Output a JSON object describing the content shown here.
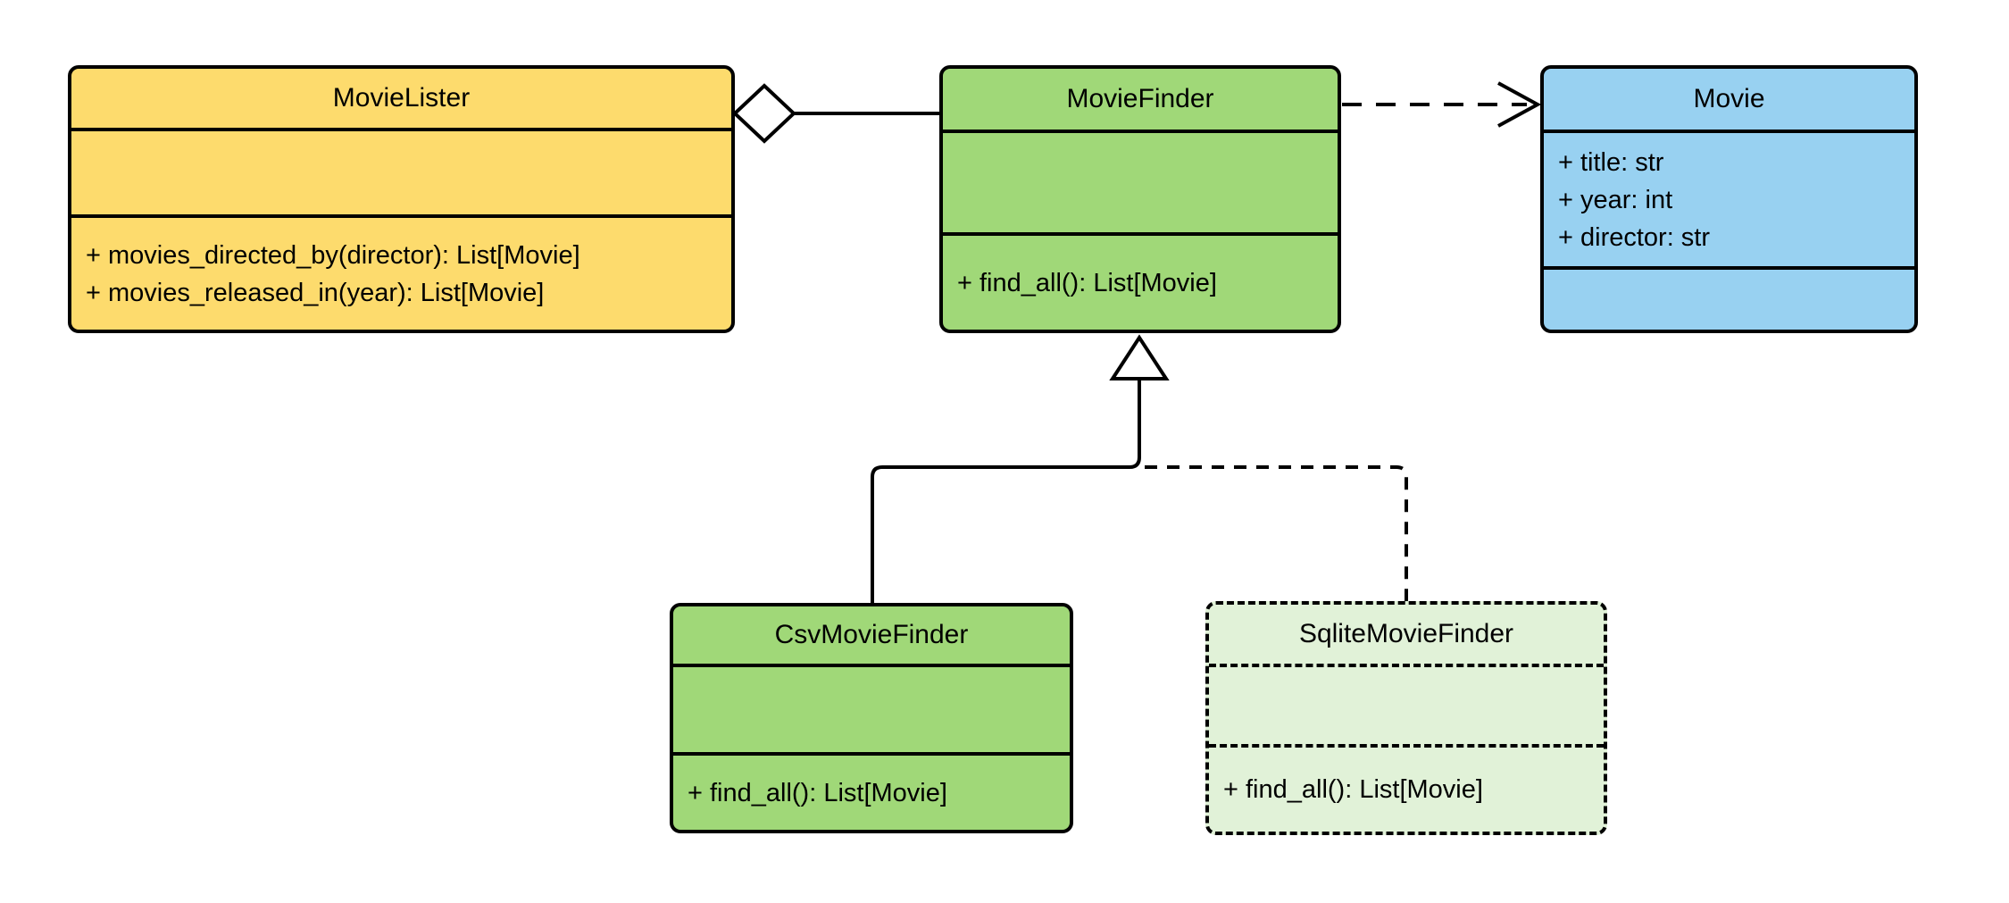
{
  "diagram": {
    "kind": "uml-class-diagram",
    "colors": {
      "movie_lister_fill": "#FDDB6D",
      "movie_finder_fill": "#A0D878",
      "movie_fill": "#98D1F1",
      "csv_movie_finder_fill": "#A0D878",
      "sqlite_movie_finder_fill": "#E1F2D8",
      "stroke": "#000000",
      "background": "#FFFFFF"
    },
    "classes": [
      {
        "name": "MovieLister",
        "attributes": [],
        "methods": [
          "+ movies_directed_by(director): List[Movie]",
          "+ movies_released_in(year): List[Movie]"
        ],
        "border_style": "solid"
      },
      {
        "name": "MovieFinder",
        "attributes": [],
        "methods": [
          "+ find_all(): List[Movie]"
        ],
        "border_style": "solid"
      },
      {
        "name": "Movie",
        "attributes": [
          "+ title: str",
          "+ year: int",
          "+ director: str"
        ],
        "methods": [],
        "border_style": "solid"
      },
      {
        "name": "CsvMovieFinder",
        "attributes": [],
        "methods": [
          "+ find_all(): List[Movie]"
        ],
        "border_style": "solid"
      },
      {
        "name": "SqliteMovieFinder",
        "attributes": [],
        "methods": [
          "+ find_all(): List[Movie]"
        ],
        "border_style": "dashed"
      }
    ],
    "relationships": [
      {
        "type": "aggregation",
        "owner": "MovieLister",
        "part": "MovieFinder",
        "line_style": "solid"
      },
      {
        "type": "dependency",
        "from": "MovieFinder",
        "to": "Movie",
        "line_style": "dashed"
      },
      {
        "type": "generalization",
        "child": "CsvMovieFinder",
        "parent": "MovieFinder",
        "line_style": "solid"
      },
      {
        "type": "generalization",
        "child": "SqliteMovieFinder",
        "parent": "MovieFinder",
        "line_style": "dashed"
      }
    ]
  }
}
